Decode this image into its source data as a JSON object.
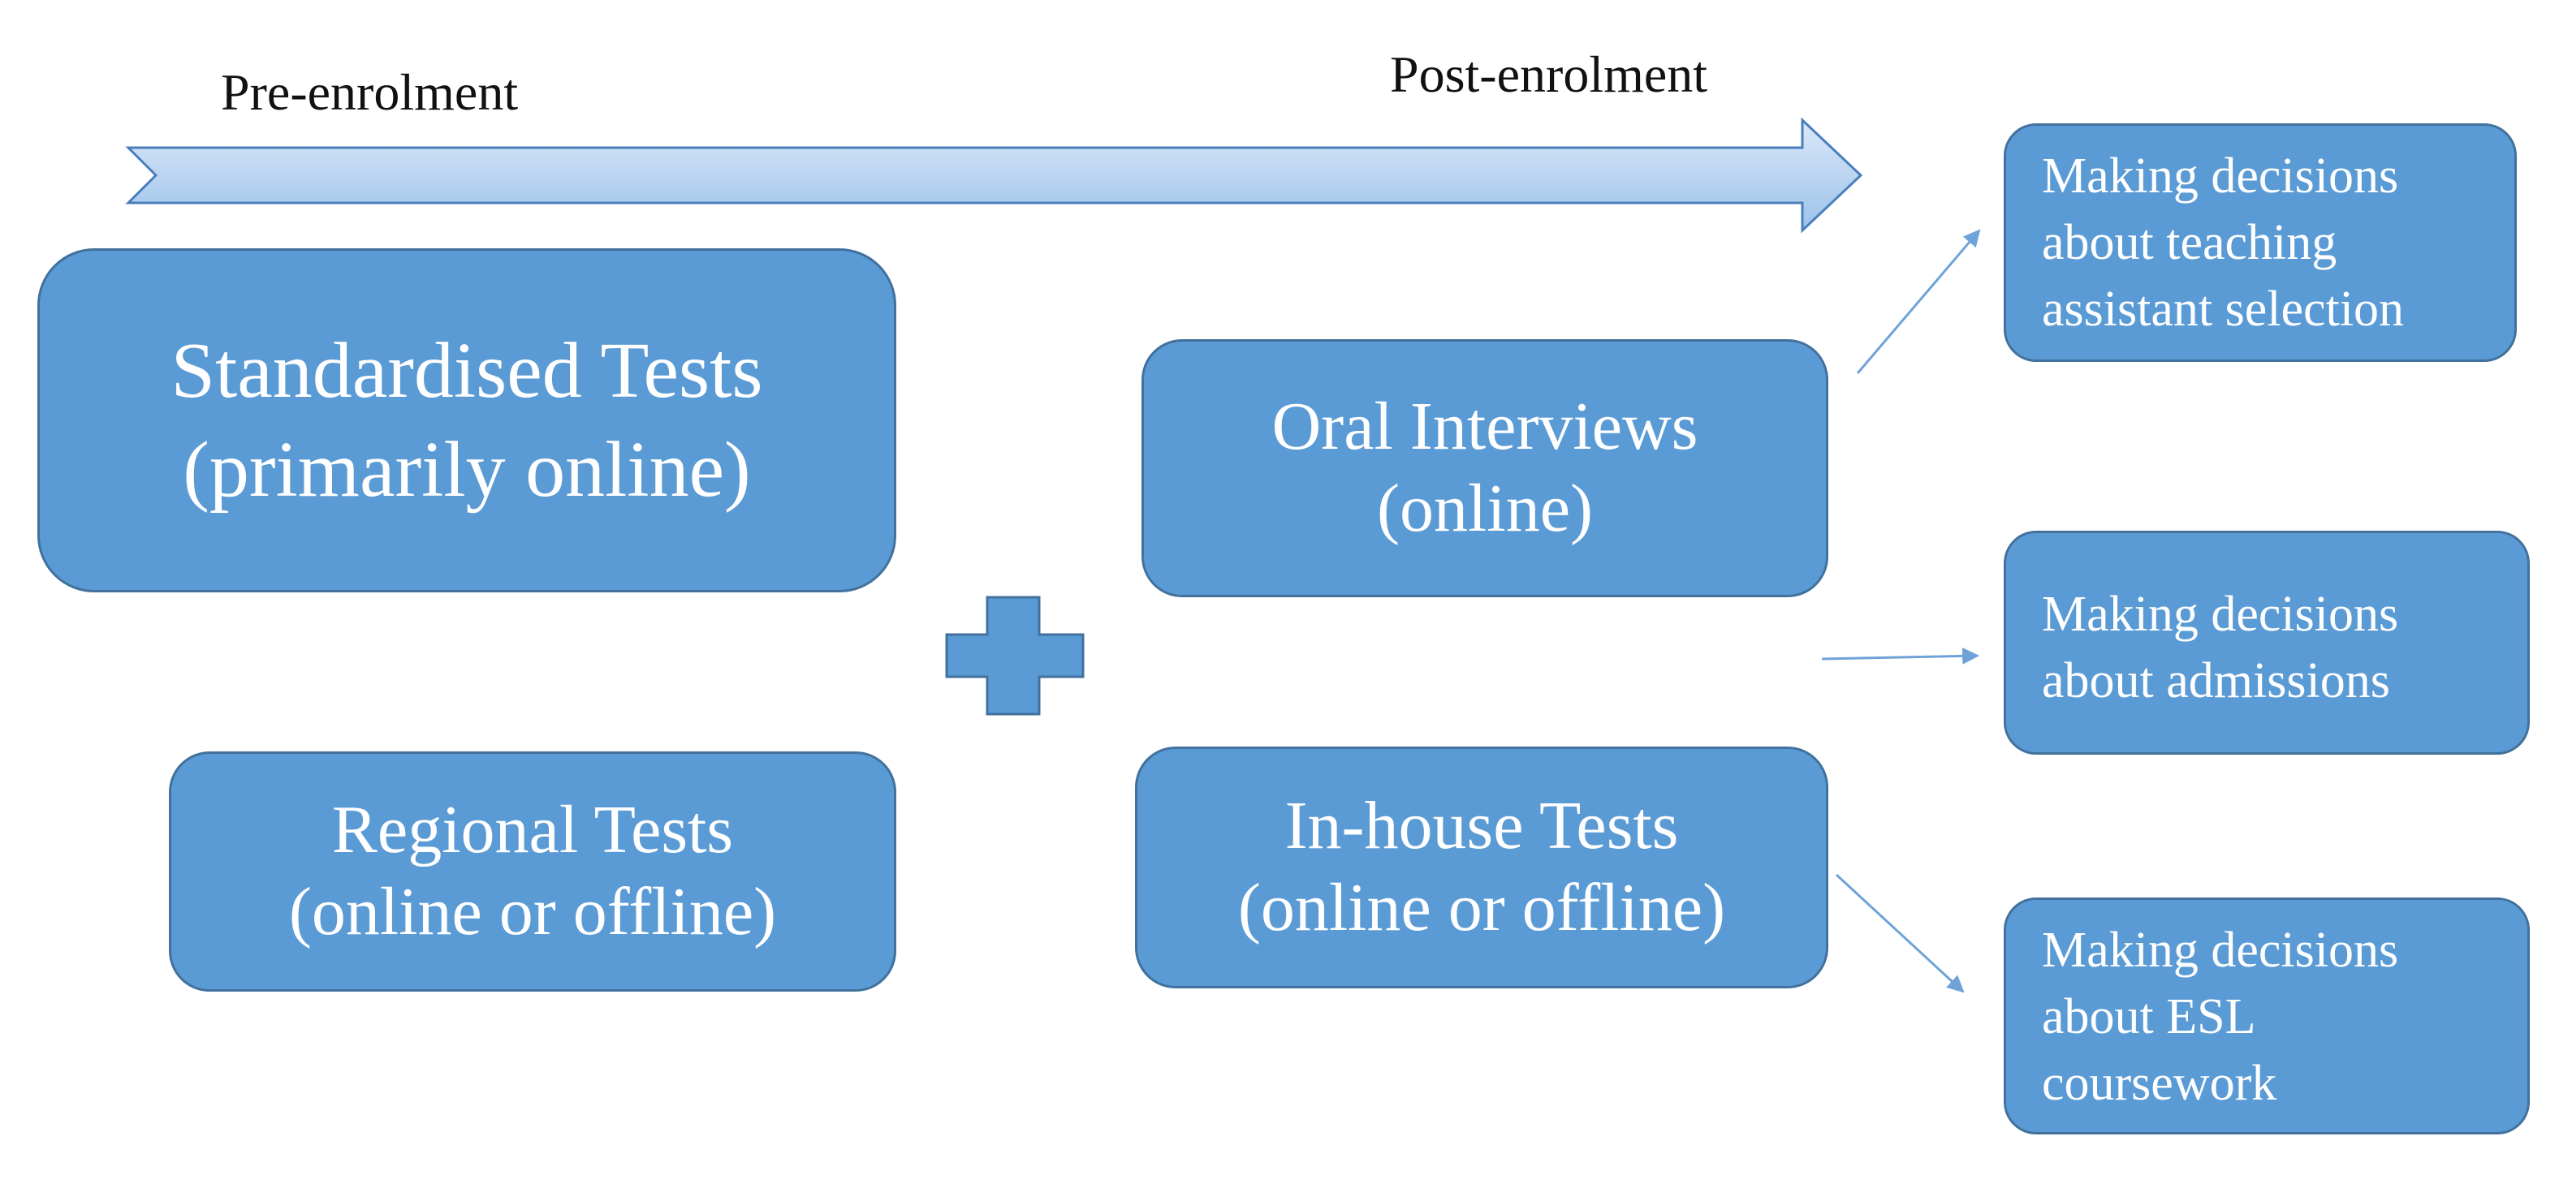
{
  "timeline": {
    "start_label": "Pre-enrolment",
    "end_label": "Post-enrolment"
  },
  "boxes": {
    "standardised": {
      "line1": "Standardised Tests",
      "line2": "(primarily online)"
    },
    "regional": {
      "line1": "Regional Tests",
      "line2": "(online or offline)"
    },
    "oral": {
      "line1": "Oral Interviews",
      "line2": "(online)"
    },
    "inhouse": {
      "line1": "In-house Tests",
      "line2": "(online or offline)"
    }
  },
  "outcomes": {
    "teaching_assistant": {
      "line1": "Making decisions",
      "line2": "about teaching",
      "line3": "assistant selection"
    },
    "admissions": {
      "line1": "Making decisions",
      "line2": "about admissions"
    },
    "esl": {
      "line1": "Making decisions",
      "line2": "about ESL",
      "line3": "coursework"
    }
  },
  "colors": {
    "box_fill": "#5b9bd5",
    "box_border": "#41719c",
    "arrow_fill_light": "#dbe8f8",
    "arrow_fill_dark": "#9cc2ea",
    "connector": "#6fa3d8"
  }
}
